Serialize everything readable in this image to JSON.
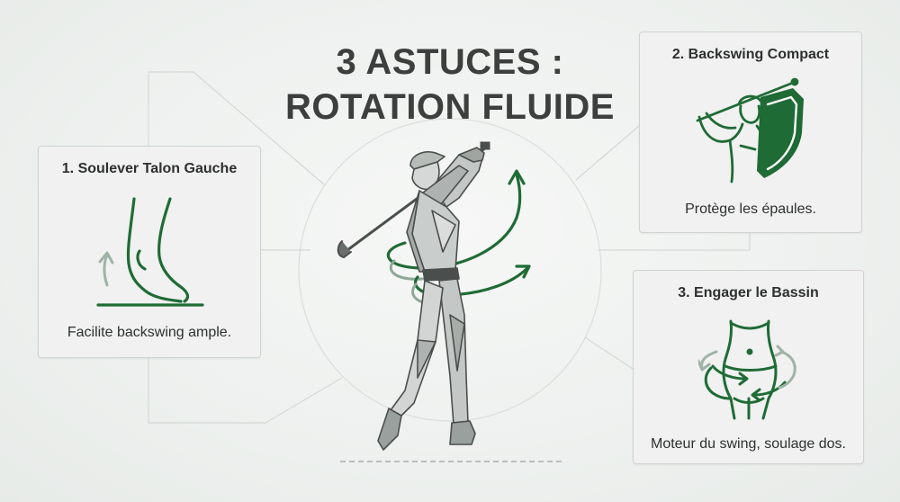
{
  "title": {
    "line1": "3 ASTUCES :",
    "line2": "ROTATION FLUIDE"
  },
  "colors": {
    "accent": "#1f6b35",
    "text": "#2d302f",
    "title": "#3c3f3e",
    "background": "#eef1ef",
    "card_border": "#cfd3d1"
  },
  "tips": [
    {
      "title": "1. Soulever Talon Gauche",
      "description": "Facilite backswing ample.",
      "icon": "foot-heel-raise-icon"
    },
    {
      "title": "2. Backswing Compact",
      "description": "Protège les épaules.",
      "icon": "golfer-shield-icon"
    },
    {
      "title": "3. Engager le Bassin",
      "description": "Moteur du swing, soulage dos.",
      "icon": "hip-rotation-icon"
    }
  ],
  "illustration": {
    "icon": "golfer-swing-icon"
  }
}
